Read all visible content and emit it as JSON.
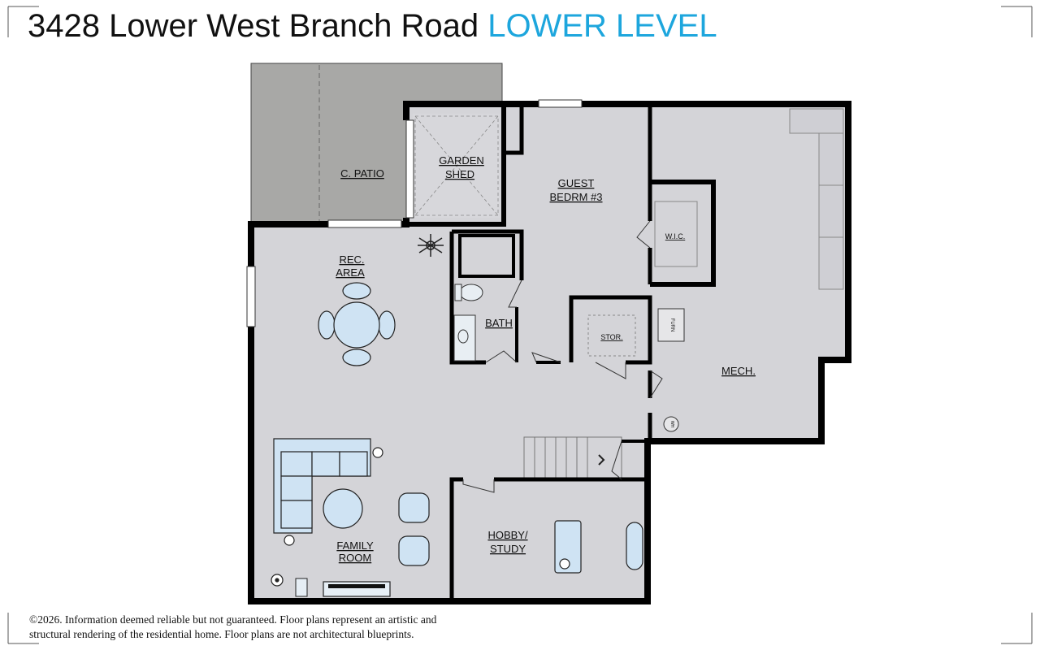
{
  "header": {
    "address": "3428 Lower West Branch Road",
    "level": "LOWER LEVEL"
  },
  "rooms": {
    "c_patio": "C. PATIO",
    "garden_shed_1": "GARDEN",
    "garden_shed_2": "SHED",
    "guest_bedroom_1": "GUEST",
    "guest_bedroom_2": "BEDRM #3",
    "walk_in_closet": "W.I.C.",
    "rec_area_1": "REC.",
    "rec_area_2": "AREA",
    "bath": "BATH",
    "storage": "STOR.",
    "furnace": "FURN",
    "mechanical": "MECH.",
    "water_heater": "WH",
    "family_room_1": "FAMILY",
    "family_room_2": "ROOM",
    "hobby_study_1": "HOBBY/",
    "hobby_study_2": "STUDY"
  },
  "footer": {
    "disclaimer_line1": "©2026. Information deemed reliable but not guaranteed. Floor plans represent an artistic and",
    "disclaimer_line2": "structural rendering of the residential home. Floor plans are not architectural blueprints."
  },
  "colors": {
    "level_accent": "#1da6dd",
    "wall": "#000000",
    "floor": "#d4d4d8",
    "patio": "#a8a8a6",
    "furniture": "#cfe3f3"
  }
}
